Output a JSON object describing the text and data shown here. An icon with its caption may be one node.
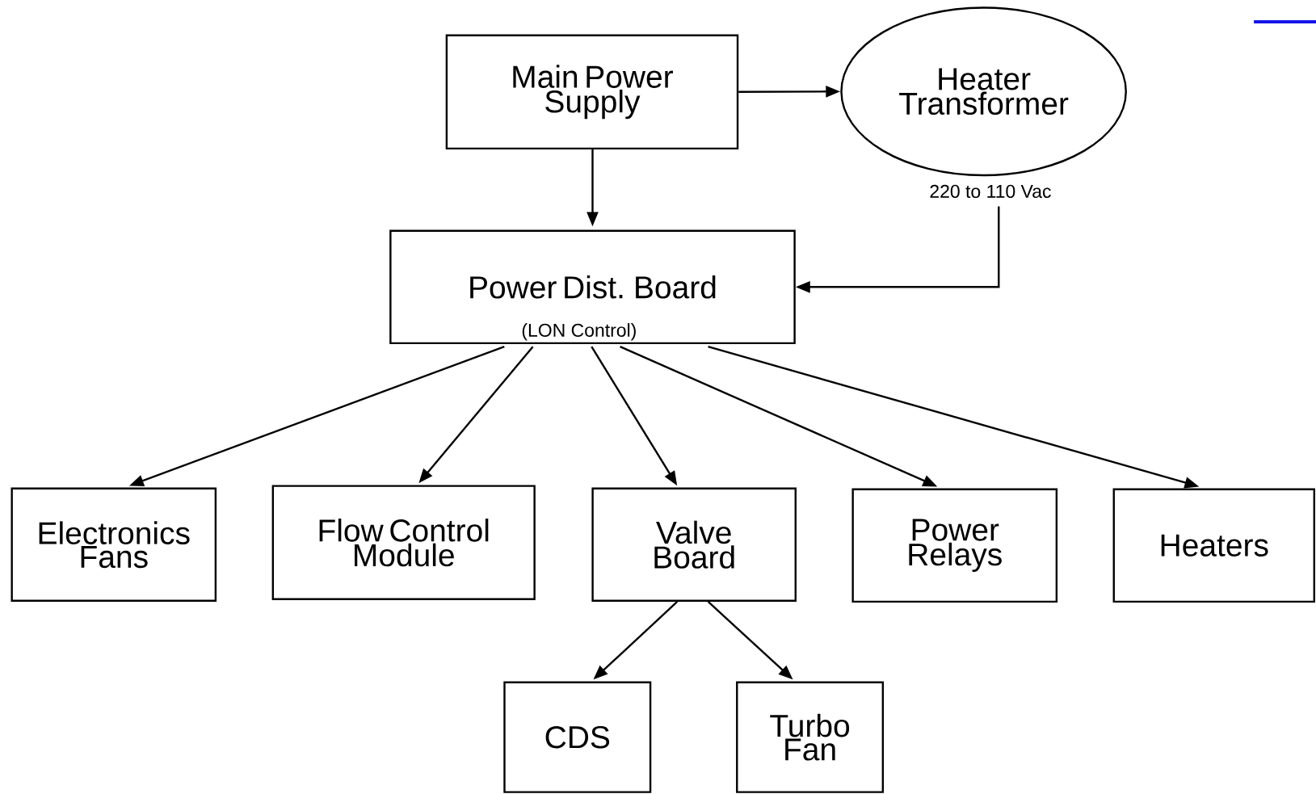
{
  "diagram": {
    "nodes": [
      {
        "text": [
          "Main Power Supply"
        ]
      },
      {
        "text": [
          "Heater Transformer"
        ],
        "beside": [
          "220 to 110 Vac"
        ]
      },
      {
        "text": [
          "Power Dist. Board",
          "(LON Control)"
        ]
      },
      {
        "text": [
          "Electronics Fans"
        ]
      },
      {
        "text": [
          "Flow Control Module"
        ]
      },
      {
        "text": [
          "Valve Board"
        ]
      },
      {
        "text": [
          "Power Relays"
        ]
      },
      {
        "text": [
          "Heaters"
        ]
      },
      {
        "text": [
          "CDS"
        ]
      },
      {
        "text": [
          "Turbo Fan"
        ]
      }
    ],
    "edges": [
      {
        "from": 0,
        "to": 1,
        "arrow": "to"
      },
      {
        "from": 0,
        "to": 2,
        "arrow": "to"
      },
      {
        "from": 1,
        "to": 2,
        "arrow": "to"
      },
      {
        "from": 2,
        "to": 3,
        "arrow": "to"
      },
      {
        "from": 2,
        "to": 4,
        "arrow": "to"
      },
      {
        "from": 2,
        "to": 5,
        "arrow": "to"
      },
      {
        "from": 2,
        "to": 6,
        "arrow": "to"
      },
      {
        "from": 2,
        "to": 7,
        "arrow": "to"
      },
      {
        "from": 5,
        "to": 8,
        "arrow": "to"
      },
      {
        "from": 5,
        "to": 9,
        "arrow": "to"
      }
    ]
  }
}
